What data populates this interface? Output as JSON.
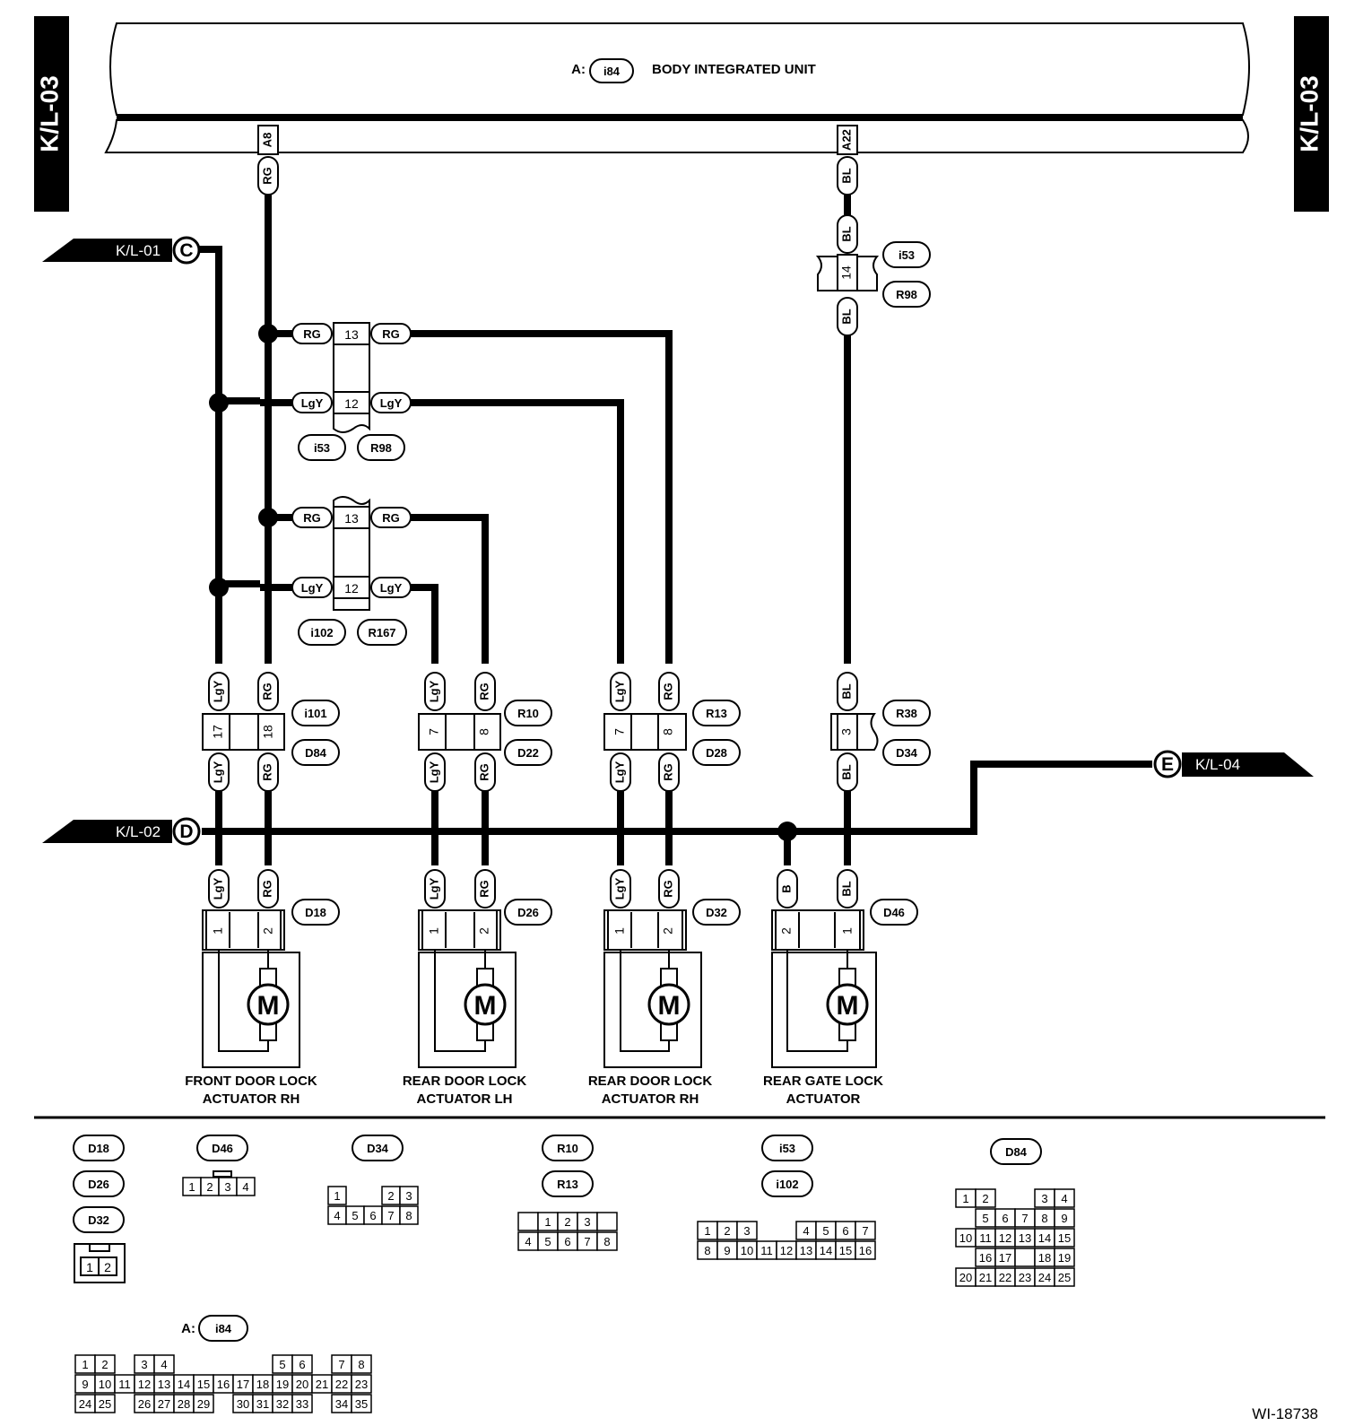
{
  "unit": {
    "prefix": "A:",
    "connector": "i84",
    "name": "BODY INTEGRATED UNIT"
  },
  "page_ref": "K/L-03",
  "unit_pins": [
    "A8",
    "A22"
  ],
  "wire_colors": {
    "rg": "RG",
    "lgy": "LgY",
    "bl": "BL",
    "b": "B"
  },
  "offpage": [
    {
      "page": "K/L-01",
      "letter": "C"
    },
    {
      "page": "K/L-02",
      "letter": "D"
    },
    {
      "page": "K/L-04",
      "letter": "E"
    }
  ],
  "connectors": {
    "i53": "i53",
    "R98": "R98",
    "i102": "i102",
    "R167": "R167",
    "i101": "i101",
    "D84": "D84",
    "R10": "R10",
    "D22": "D22",
    "R13": "R13",
    "D28": "D28",
    "R38": "R38",
    "D34": "D34",
    "D18": "D18",
    "D26": "D26",
    "D32": "D32",
    "D46": "D46"
  },
  "pins": {
    "p1": "1",
    "p2": "2",
    "p3": "3",
    "p7": "7",
    "p8": "8",
    "p12": "12",
    "p13": "13",
    "p14": "14",
    "p17": "17",
    "p18": "18"
  },
  "motor_symbol": "M",
  "actuators": [
    {
      "line1": "FRONT DOOR LOCK",
      "line2": "ACTUATOR RH"
    },
    {
      "line1": "REAR DOOR LOCK",
      "line2": "ACTUATOR LH"
    },
    {
      "line1": "REAR DOOR LOCK",
      "line2": "ACTUATOR RH"
    },
    {
      "line1": "REAR GATE LOCK",
      "line2": "ACTUATOR"
    }
  ],
  "legend": {
    "d18": "D18",
    "d26": "D26",
    "d32": "D32",
    "d46": "D46",
    "d34": "D34",
    "r10": "R10",
    "r13": "R13",
    "i53": "i53",
    "i102": "i102",
    "d84": "D84",
    "a_prefix": "A:",
    "i84": "i84"
  },
  "figure_id": "WI-18738"
}
